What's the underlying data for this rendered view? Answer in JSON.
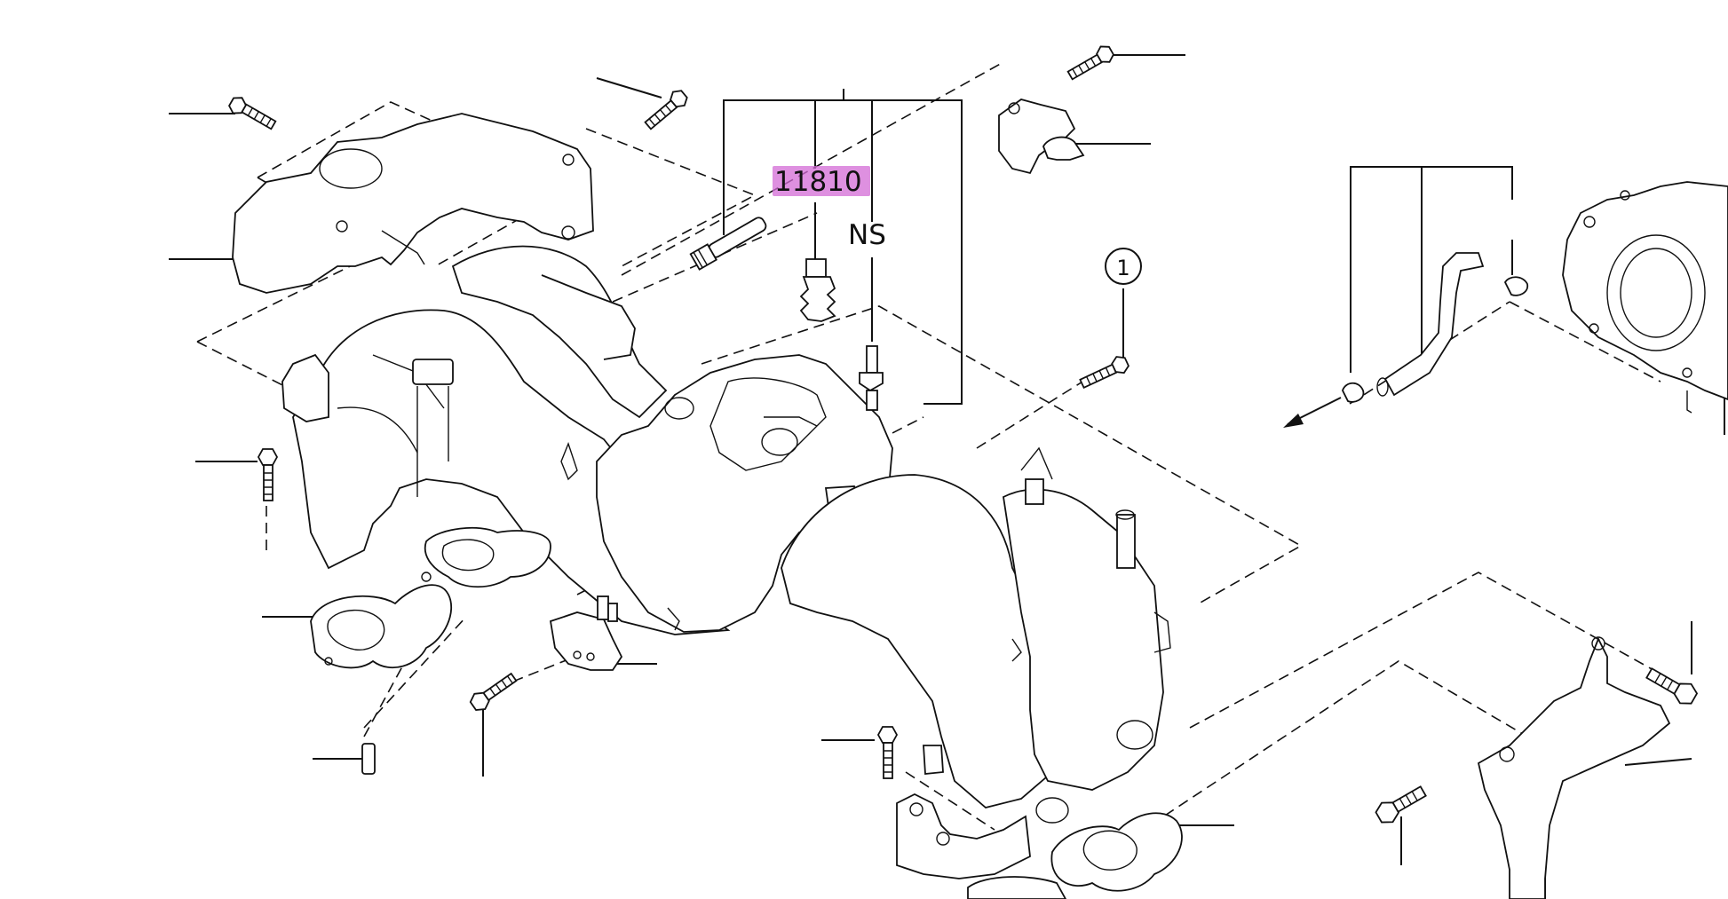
{
  "diagram": {
    "part_number_highlighted": "11810",
    "label_ns": "NS",
    "callout_1": "1",
    "highlight_color": "#d36bd6"
  }
}
